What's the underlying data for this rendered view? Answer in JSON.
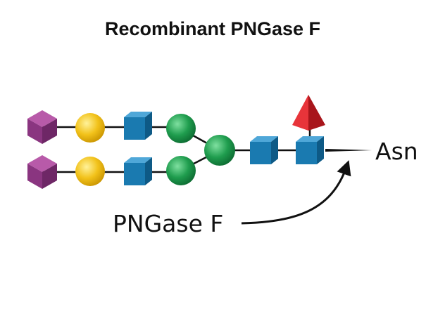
{
  "title": "Recombinant PNGase F",
  "enzyme_label": "PNGase F",
  "site_label": "Asn",
  "colors": {
    "sialic_acid_diamond": "#9b3f8f",
    "galactose_circle": "#f2c21a",
    "glcnac_square": "#1a7ab0",
    "mannose_circle": "#1f9d4e",
    "fucose_triangle": "#d8232a",
    "line": "#111111"
  },
  "glycan": {
    "branches": [
      [
        "sialic_acid_diamond",
        "galactose_circle",
        "glcnac_square",
        "mannose_circle"
      ],
      [
        "sialic_acid_diamond",
        "galactose_circle",
        "glcnac_square",
        "mannose_circle"
      ]
    ],
    "core": [
      "mannose_circle",
      "glcnac_square",
      "glcnac_square"
    ],
    "core_fucose": "fucose_triangle"
  }
}
